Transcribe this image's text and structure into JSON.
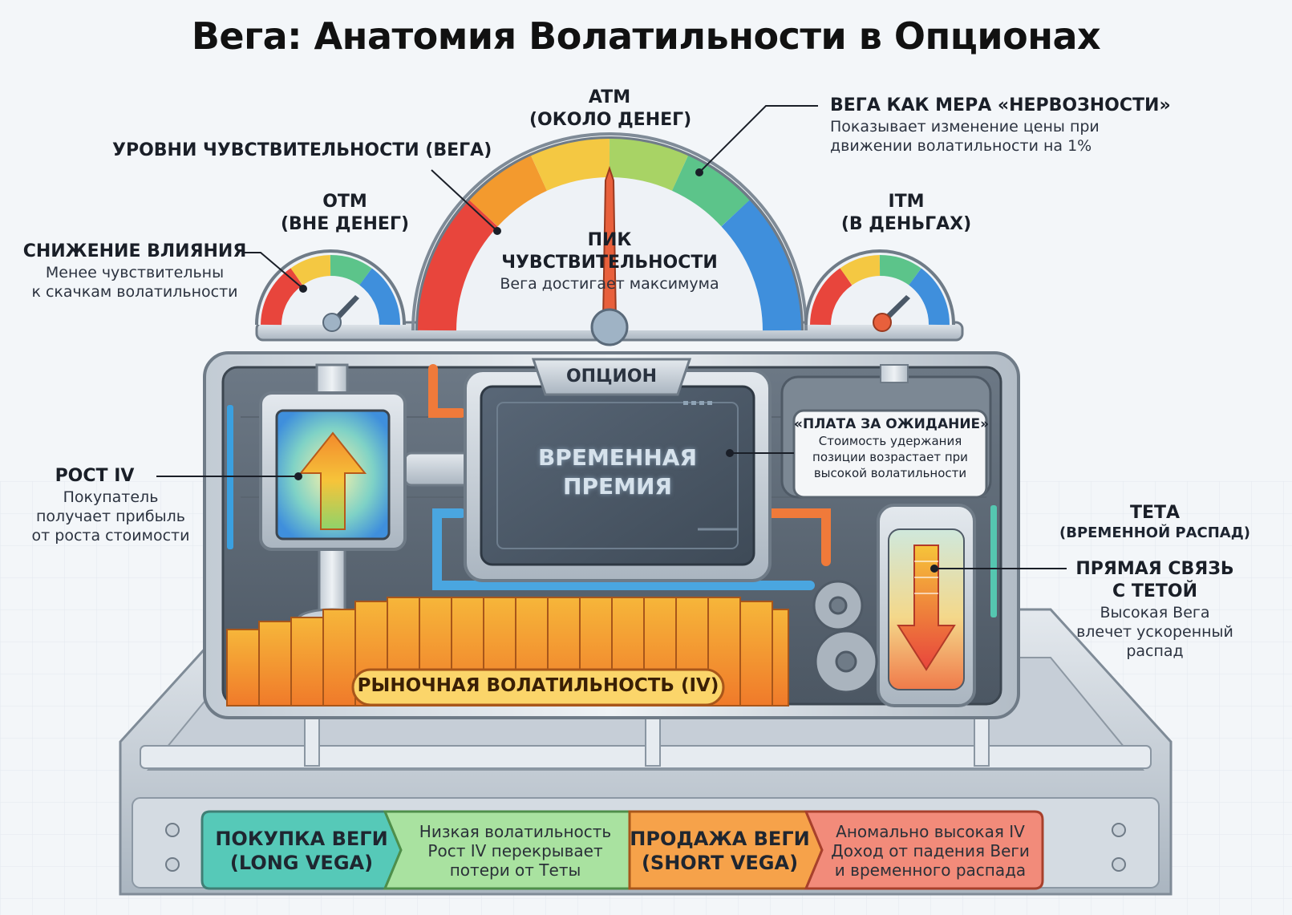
{
  "title": "Вега: Анатомия Волатильности в Опционах",
  "labels": {
    "atm": {
      "line1": "ATM",
      "line2": "(ОКОЛО ДЕНЕГ)"
    },
    "otm": {
      "line1": "OTM",
      "line2": "(ВНЕ ДЕНЕГ)"
    },
    "itm": {
      "line1": "ITM",
      "line2": "(В ДЕНЬГАХ)"
    },
    "sensitivity_levels": "УРОВНИ ЧУВСТВИТЕЛЬНОСТИ (ВЕГА)",
    "nervousness": {
      "heading": "ВЕГА КАК МЕРА «НЕРВОЗНОСТИ»",
      "text1": "Показывает изменение цены при",
      "text2": "движении волатильности на 1%"
    },
    "reduced_impact": {
      "heading": "СНИЖЕНИЕ ВЛИЯНИЯ",
      "text1": "Менее чувствительны",
      "text2": "к скачкам волатильности"
    },
    "peak": {
      "line1": "ПИК",
      "line2": "ЧУВСТВИТЕЛЬНОСТИ",
      "text": "Вега достигает максимума"
    },
    "option": "ОПЦИОН",
    "time_premium": {
      "line1": "ВРЕМЕННАЯ",
      "line2": "ПРЕМИЯ"
    },
    "waiting_fee": {
      "heading": "«ПЛАТА ЗА ОЖИДАНИЕ»",
      "text1": "Стоимость удержания",
      "text2": "позиции возрастает при",
      "text3": "высокой волатильности"
    },
    "iv_growth": {
      "heading": "РОСТ IV",
      "text1": "Покупатель",
      "text2": "получает прибыль",
      "text3": "от роста стоимости"
    },
    "theta": {
      "heading": "ТЕТА",
      "sub": "(ВРЕМЕННОЙ РАСПАД)"
    },
    "direct_link": {
      "line1": "ПРЯМАЯ СВЯЗЬ",
      "line2": "С ТЕТОЙ",
      "text1": "Высокая Вега",
      "text2": "влечет ускоренный",
      "text3": "распад"
    },
    "market_volatility": "РЫНОЧНАЯ ВОЛАТИЛЬНОСТЬ (IV)"
  },
  "footer": {
    "long": {
      "line1": "ПОКУПКА ВЕГИ",
      "line2": "(LONG VEGA)"
    },
    "long_desc": {
      "line1": "Низкая волатильность",
      "line2": "Рост IV перекрывает",
      "line3": "потери от Теты"
    },
    "short": {
      "line1": "ПРОДАЖА ВЕГИ",
      "line2": "(SHORT VEGA)"
    },
    "short_desc": {
      "line1": "Аномально высокая IV",
      "line2": "Доход от падения Веги",
      "line3": "и временного распада"
    }
  },
  "colors": {
    "gauge_red": "#e8453c",
    "gauge_orange": "#f39a2e",
    "gauge_yellow": "#f4c842",
    "gauge_green": "#5cc48a",
    "gauge_teal": "#4bb8b0",
    "gauge_blue": "#3f8fdc",
    "panel_dark": "#4a5867",
    "frame_grey": "#b9c3cd",
    "footer_teal": "#56c9b8",
    "footer_green": "#9ee09a",
    "footer_orange": "#f6a24a",
    "footer_red": "#f07a6a"
  }
}
